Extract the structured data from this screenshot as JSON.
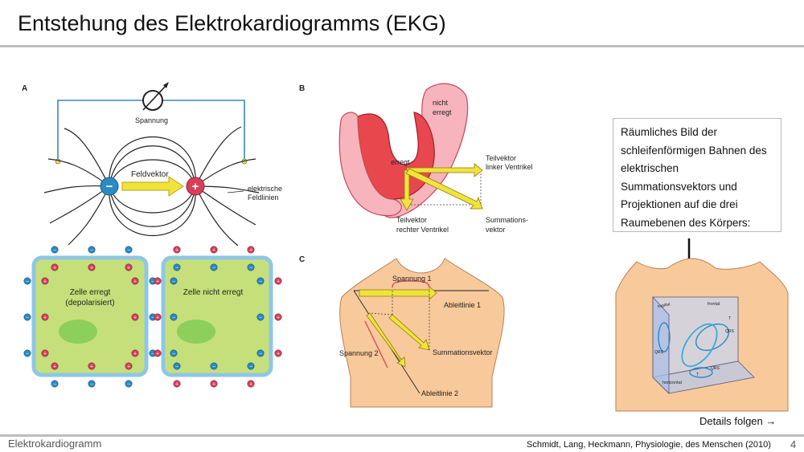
{
  "slide": {
    "title": "Entstehung des Elektrokardiogramms (EKG)",
    "footer_left": "Elektrokardiogramm",
    "footer_citation": "Schmidt, Lang, Heckmann, Physiologie, des Menschen (2010)",
    "page_number": "4",
    "details_link": "Details folgen →"
  },
  "callout": {
    "text": "Räumliches Bild der schleifenförmigen Bahnen des elektrischen Summationsvektors und Projektionen auf die drei Raumebenen des Körpers:"
  },
  "panel_a": {
    "label": "A",
    "voltage_label": "Spannung",
    "field_vector_label": "Feldvektor",
    "field_lines_label_1": "elektrische",
    "field_lines_label_2": "Feldlinien",
    "minus_sign": "−",
    "plus_sign": "+",
    "cell_excited_1": "Zelle erregt",
    "cell_excited_2": "(depolarisiert)",
    "cell_not_excited": "Zelle nicht erregt"
  },
  "panel_b": {
    "label": "B",
    "not_excited_1": "nicht",
    "not_excited_2": "erregt",
    "excited": "erregt",
    "left_vector_1": "Teilvektor",
    "left_vector_2": "linker Ventrikel",
    "right_vector_1": "Teilvektor",
    "right_vector_2": "rechter Ventrikel",
    "sum_vector_1": "Summations-",
    "sum_vector_2": "vektor"
  },
  "panel_c": {
    "label": "C",
    "voltage_1": "Spannung 1",
    "voltage_2": "Spannung 2",
    "lead_1": "Ableitlinie 1",
    "lead_2": "Ableitlinie 2",
    "sum_vector": "Summationsvektor"
  },
  "panel_3d": {
    "sagittal": "sagittal",
    "frontal": "frontal",
    "horizontal": "horizontal",
    "qrs": "QRS",
    "t": "T"
  },
  "colors": {
    "vector_yellow": "#f2e33a",
    "cell_green": "#c5e07a",
    "cell_border": "#8fc6e6",
    "nucleus": "#8ccf5a",
    "minus_blue": "#2a8ac4",
    "plus_red": "#d8405a",
    "skin": "#f8c99a",
    "heart_red": "#e8474e",
    "heart_pink": "#f7b4bd"
  }
}
